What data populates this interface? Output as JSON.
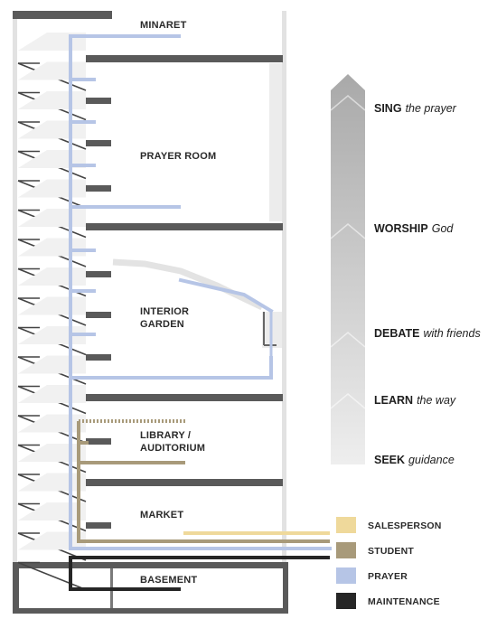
{
  "floors": {
    "minaret": "MINARET",
    "prayer_room": "PRAYER ROOM",
    "interior_garden_1": "INTERIOR",
    "interior_garden_2": "GARDEN",
    "library_1": "LIBRARY /",
    "library_2": "AUDITORIUM",
    "market": "MARKET",
    "basement": "BASEMENT"
  },
  "stages": [
    {
      "verb": "SING",
      "rest": "the prayer"
    },
    {
      "verb": "WORSHIP",
      "rest": "God"
    },
    {
      "verb": "DEBATE",
      "rest": "with friends"
    },
    {
      "verb": "LEARN",
      "rest": "the way"
    },
    {
      "verb": "SEEK",
      "rest": "guidance"
    }
  ],
  "legend": [
    {
      "label": "SALESPERSON",
      "color": "#efd99b"
    },
    {
      "label": "STUDENT",
      "color": "#a89a7a"
    },
    {
      "label": "PRAYER",
      "color": "#b6c5e6"
    },
    {
      "label": "MAINTENANCE",
      "color": "#262626"
    }
  ],
  "colors": {
    "slab": "#5a5a5a",
    "wall": "#d9d9d9",
    "stair": "#444444"
  }
}
